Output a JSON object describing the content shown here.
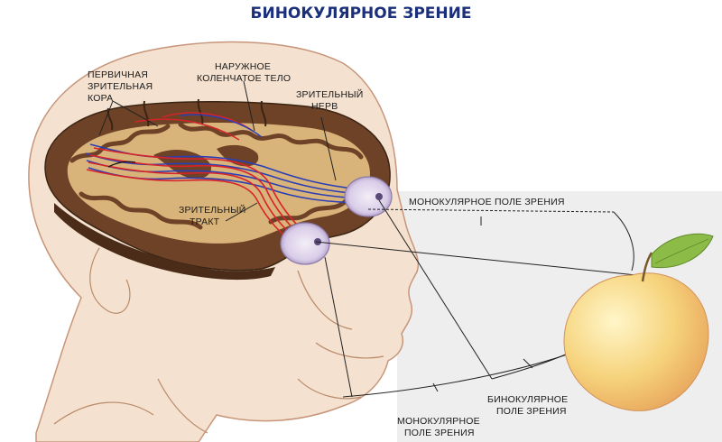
{
  "title": "БИНОКУЛЯРНОЕ ЗРЕНИЕ",
  "labels": {
    "primary_cortex": [
      "ПЕРВИЧНАЯ",
      "ЗРИТЕЛЬНАЯ",
      "КОРА"
    ],
    "lateral_geniculate": [
      "НАРУЖНОЕ",
      "КОЛЕНЧАТОЕ ТЕЛО"
    ],
    "optic_nerve": [
      "ЗРИТЕЛЬНЫЙ",
      "НЕРВ"
    ],
    "optic_tract": [
      "ЗРИТЕЛЬНЫЙ",
      "ТРАКТ"
    ],
    "monocular_field_top": "МОНОКУЛЯРНОЕ ПОЛЕ ЗРЕНИЯ",
    "binocular_field": [
      "БИНОКУЛЯРНОЕ",
      "ПОЛЕ ЗРЕНИЯ"
    ],
    "monocular_field_bottom": [
      "МОНОКУЛЯРНОЕ",
      "ПОЛЕ ЗРЕНИЯ"
    ]
  },
  "colors": {
    "title": "#1b2f7a",
    "skin": "#f2dcc8",
    "brain_tissue": "#6e4226",
    "white_matter": "#d9b47a",
    "red_pathway": "#d8232a",
    "blue_pathway": "#2b3fb5",
    "apple": "#f6d37c",
    "leaf": "#8dbb47",
    "field_panel": "#eeeeee"
  },
  "icons": {
    "eye_right": "eye-icon",
    "eye_left": "eye-icon",
    "apple": "apple-icon"
  }
}
